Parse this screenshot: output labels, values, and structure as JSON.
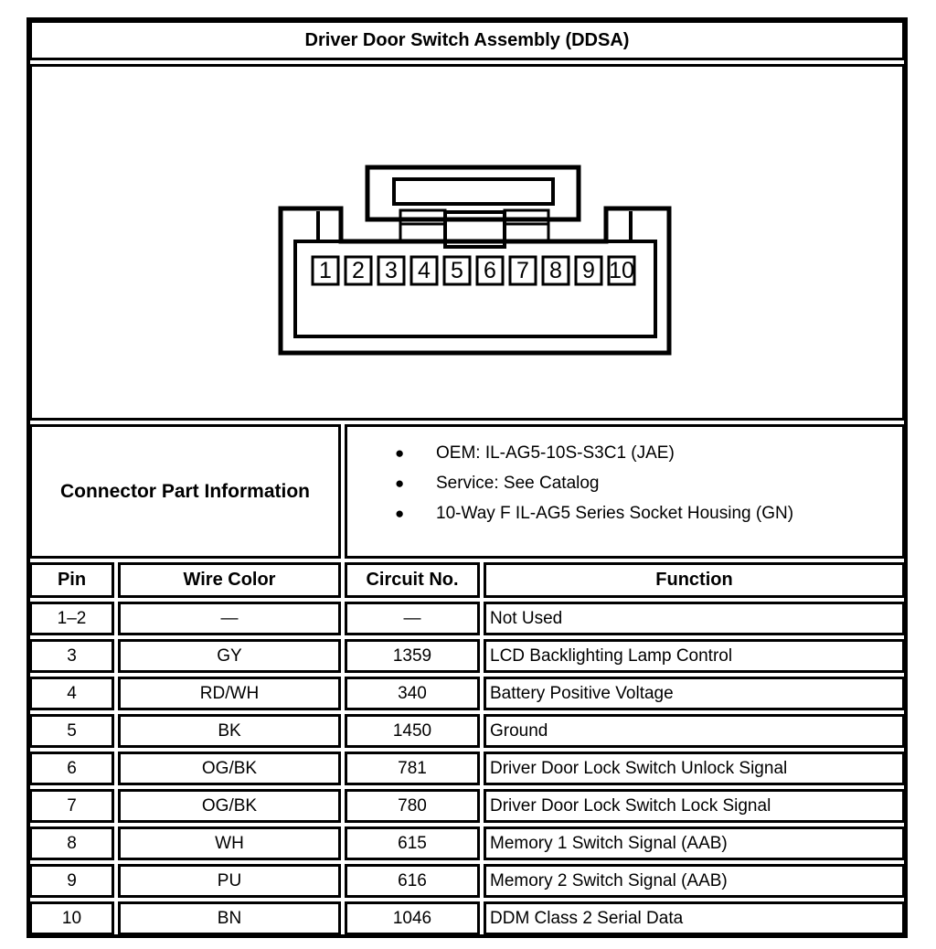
{
  "page": {
    "title": "Driver Door Switch Assembly (DDSA)"
  },
  "connector_diagram": {
    "pins": [
      "1",
      "2",
      "3",
      "4",
      "5",
      "6",
      "7",
      "8",
      "9",
      "10"
    ]
  },
  "part_info": {
    "label": "Connector Part Information",
    "bullets": [
      "OEM: IL-AG5-10S-S3C1 (JAE)",
      "Service: See Catalog",
      "10-Way F IL-AG5 Series Socket Housing (GN)"
    ]
  },
  "pin_table": {
    "headers": [
      "Pin",
      "Wire Color",
      "Circuit No.",
      "Function"
    ],
    "rows": [
      [
        "1–2",
        "—",
        "—",
        "Not Used"
      ],
      [
        "3",
        "GY",
        "1359",
        "LCD Backlighting Lamp Control"
      ],
      [
        "4",
        "RD/WH",
        "340",
        "Battery Positive Voltage"
      ],
      [
        "5",
        "BK",
        "1450",
        "Ground"
      ],
      [
        "6",
        "OG/BK",
        "781",
        "Driver Door Lock Switch Unlock Signal"
      ],
      [
        "7",
        "OG/BK",
        "780",
        "Driver Door Lock Switch Lock Signal"
      ],
      [
        "8",
        "WH",
        "615",
        "Memory 1 Switch Signal (AAB)"
      ],
      [
        "9",
        "PU",
        "616",
        "Memory 2 Switch Signal (AAB)"
      ],
      [
        "10",
        "BN",
        "1046",
        "DDM Class 2 Serial Data"
      ]
    ]
  },
  "ui": {
    "bullet_glyph": "●"
  },
  "colors": {
    "line": "#000000",
    "background": "#ffffff"
  }
}
